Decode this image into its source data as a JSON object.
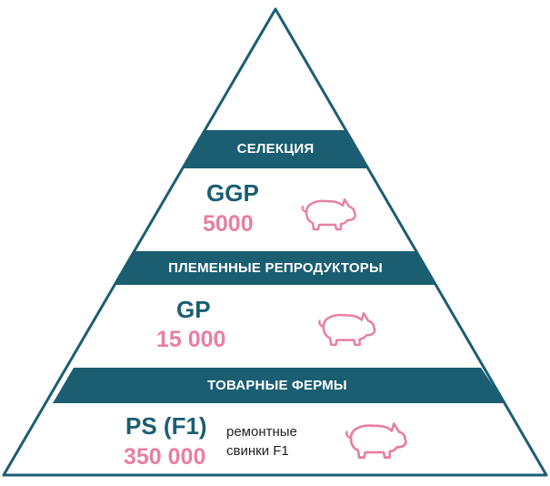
{
  "colors": {
    "primary": "#1b5e72",
    "accent": "#e87fa4",
    "text_dark": "#222222",
    "background": "#ffffff"
  },
  "pyramid": {
    "levels": [
      {
        "band_label": "СЕЛЕКЦИЯ",
        "code": "GGP",
        "count": "5000",
        "icon": "pig-icon"
      },
      {
        "band_label": "ПЛЕМЕННЫЕ РЕПРОДУКТОРЫ",
        "code": "GP",
        "count": "15 000",
        "icon": "pig-icon"
      },
      {
        "band_label": "ТОВАРНЫЕ ФЕРМЫ",
        "code": "PS (F1)",
        "count": "350 000",
        "note": "ремонтные\nсвинки F1",
        "icon": "pig-icon"
      }
    ]
  }
}
